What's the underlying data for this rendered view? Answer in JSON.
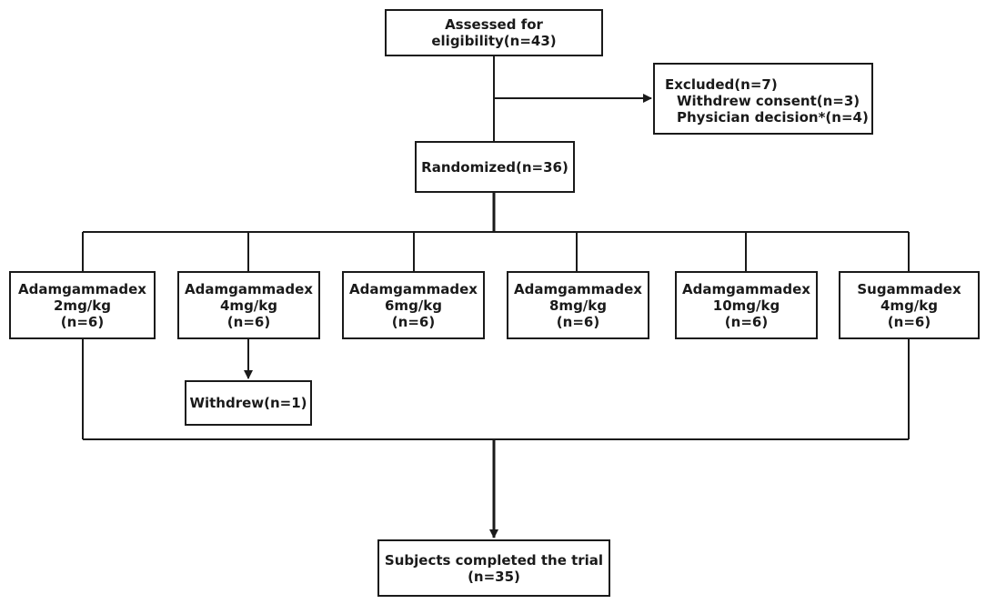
{
  "assessed": {
    "line1": "Assessed for",
    "line2": "eligibility(n=43)"
  },
  "excluded": {
    "title": "Excluded(n=7)",
    "items": [
      "Withdrew consent(n=3)",
      "Physician decision*(n=4)"
    ]
  },
  "randomized": "Randomized(n=36)",
  "groups": [
    {
      "name": "Adamgammadex",
      "dose": "2mg/kg",
      "n": "(n=6)"
    },
    {
      "name": "Adamgammadex",
      "dose": "4mg/kg",
      "n": "(n=6)"
    },
    {
      "name": "Adamgammadex",
      "dose": "6mg/kg",
      "n": "(n=6)"
    },
    {
      "name": "Adamgammadex",
      "dose": "8mg/kg",
      "n": "(n=6)"
    },
    {
      "name": "Adamgammadex",
      "dose": "10mg/kg",
      "n": "(n=6)"
    },
    {
      "name": "Sugammadex",
      "dose": "4mg/kg",
      "n": "(n=6)"
    }
  ],
  "withdrew": "Withdrew(n=1)",
  "completed": {
    "line1": "Subjects completed the trial",
    "line2": "(n=35)"
  }
}
